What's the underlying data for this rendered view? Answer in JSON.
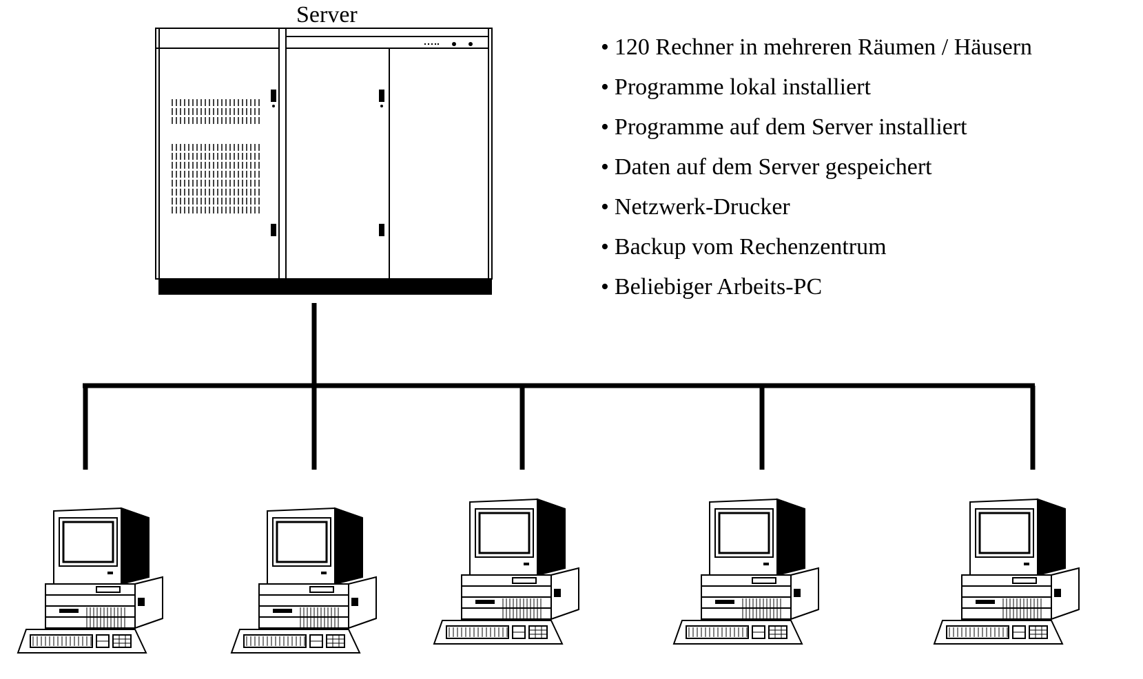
{
  "diagram": {
    "server_label": "Server",
    "bullets": [
      "120 Rechner in mehreren Räumen / Häusern",
      "Programme lokal installiert",
      "Programme auf dem Server installiert",
      "Daten auf dem Server gespeichert",
      "Netzwerk-Drucker",
      "Backup vom Rechenzentrum",
      "Beliebiger Arbeits-PC"
    ],
    "nodes": [
      "server-cabinet",
      "pc",
      "pc",
      "pc",
      "pc",
      "pc"
    ],
    "colors": {
      "line": "#000000",
      "background": "#ffffff"
    }
  }
}
